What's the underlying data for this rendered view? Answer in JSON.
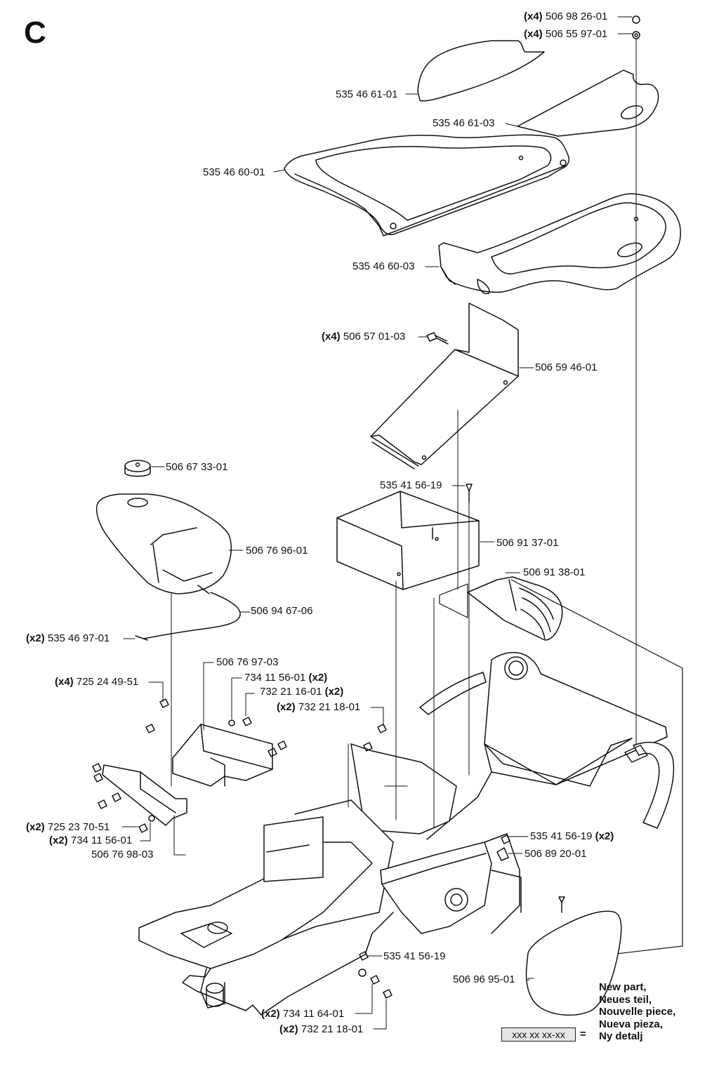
{
  "section": "C",
  "labels": {
    "washer_top": {
      "qty": "(x4)",
      "part": "506 98 26-01"
    },
    "washer_2": {
      "qty": "(x4)",
      "part": "506 55 97-01"
    },
    "seat_pad": "535 46 61-01",
    "seat_pad_2": "535 46 61-03",
    "seat_shell": "535 46 60-01",
    "seat_shell_2": "535 46 60-03",
    "bolt_bracket": {
      "qty": "(x4)",
      "part": "506 57 01-03"
    },
    "seat_bracket": "506 59 46-01",
    "fuel_cap": "506 67 33-01",
    "screw_cover": "535 41 56-19",
    "fuel_tank": "506 76 96-01",
    "cover": "506 91 37-01",
    "cover_2": "506 91 38-01",
    "fuel_hose": "506 94 67-06",
    "hose_clamp": {
      "qty": "(x2)",
      "part": "535 46 97-01"
    },
    "tank_bracket": "506 76 97-03",
    "bolt_tank": {
      "qty": "(x4)",
      "part": "725 24 49-51"
    },
    "washer_tank": {
      "part": "734 11 56-01",
      "qty": "(x2)"
    },
    "nut_tank": {
      "part": "732 21 16-01",
      "qty": "(x2)"
    },
    "nut_frame": {
      "qty": "(x2)",
      "part": "732 21 18-01"
    },
    "bolt_small": {
      "qty": "(x2)",
      "part": "725 23 70-51"
    },
    "washer_small": {
      "qty": "(x2)",
      "part": "734 11 56-01"
    },
    "bracket_small": "506 76 98-03",
    "screw_side": {
      "part": "535 41 56-19",
      "qty": "(x2)"
    },
    "clip": "506 89 20-01",
    "screw_lower": "535 41 56-19",
    "side_cover": "506 96 95-01",
    "washer_lower": {
      "qty": "(x2)",
      "part": "734 11 64-01"
    },
    "nut_lower": {
      "qty": "(x2)",
      "part": "732 21 18-01"
    }
  },
  "legend": {
    "lines": [
      "New part,",
      "Neues teil,",
      "Nouvelle piece,",
      "Nueva pieza,",
      "Ny detalj"
    ],
    "code": "xxx xx xx-xx",
    "equals": "="
  }
}
